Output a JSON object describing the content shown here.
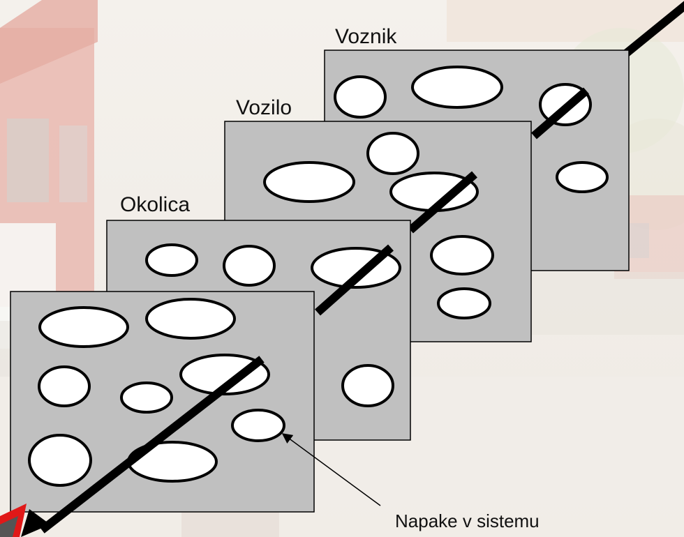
{
  "layers": {
    "top": {
      "label": "Voznik"
    },
    "second": {
      "label": "Vozilo"
    },
    "third": {
      "label": "Okolica"
    }
  },
  "annotation": {
    "label": "Napake v sistemu"
  },
  "colors": {
    "panel": "#c0c0c0",
    "hole": "#ffffff",
    "outline": "#000000",
    "accent": "#e01818"
  }
}
